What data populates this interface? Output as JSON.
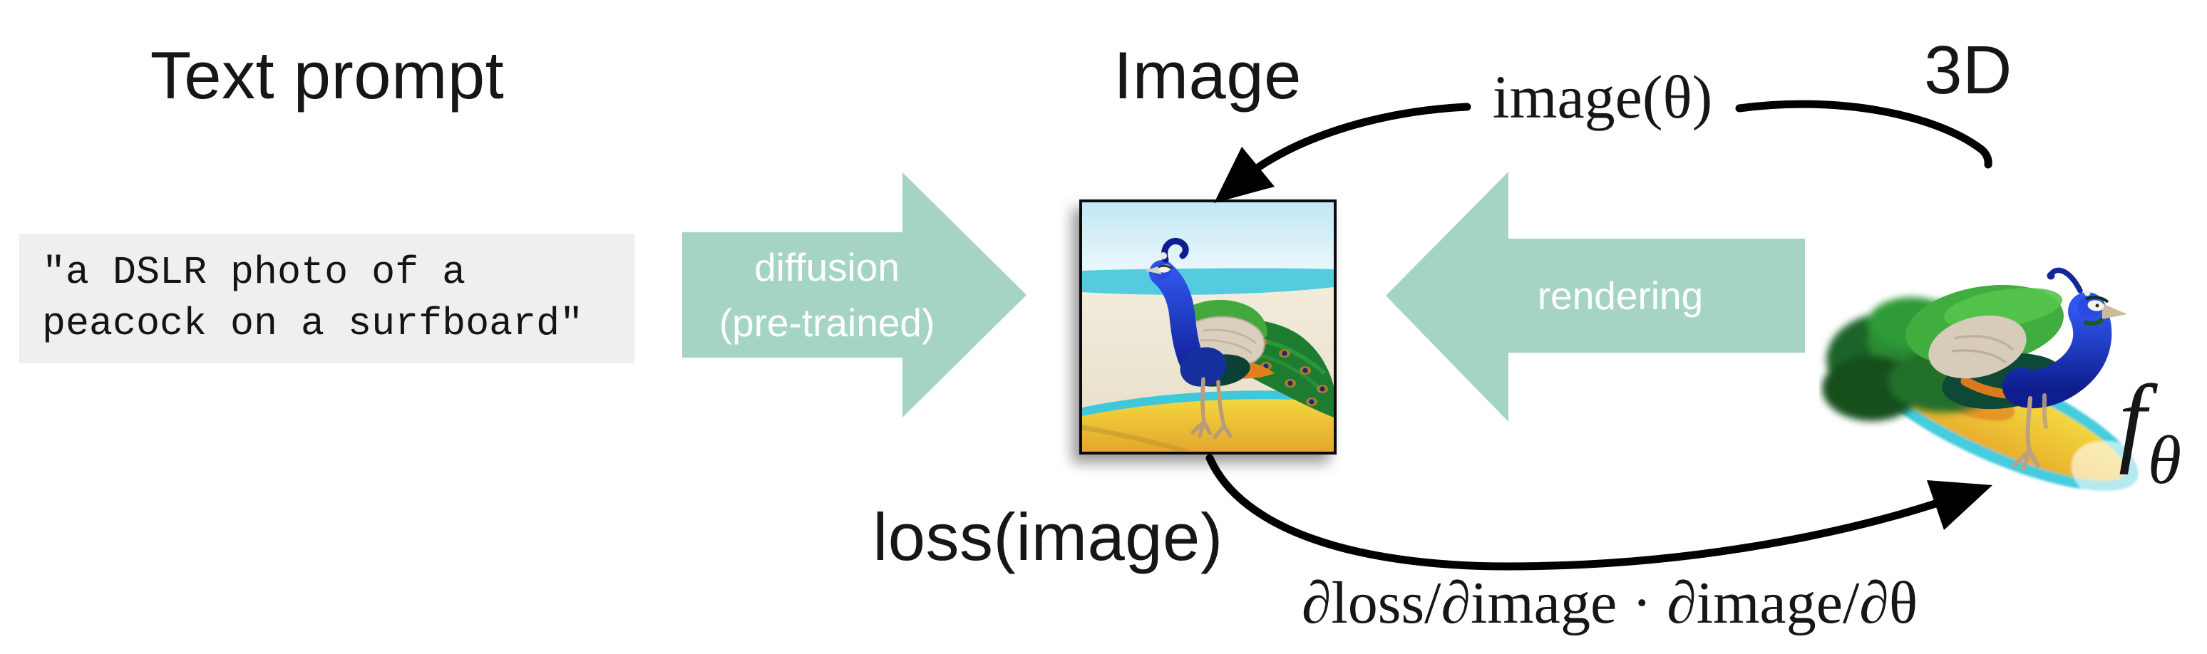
{
  "headers": {
    "text_prompt": "Text prompt",
    "image": "Image",
    "three_d": "3D"
  },
  "prompt_box": {
    "line1": "\"a DSLR photo of a",
    "line2": "peacock on a surfboard\"",
    "background": "#efefef",
    "text_color": "#141414"
  },
  "arrows": {
    "diffusion": {
      "line1": "diffusion",
      "line2": "(pre-trained)",
      "direction": "right",
      "color": "#a5d5c2",
      "text_color": "#ffffff"
    },
    "rendering": {
      "label": "rendering",
      "direction": "left",
      "color": "#a5d5c2",
      "text_color": "#ffffff"
    }
  },
  "flow": {
    "top_label": "image(θ)",
    "bottom_left_label": "loss(image)",
    "bottom_label": "∂loss/∂image · ∂image/∂θ",
    "arrow_color": "#000000"
  },
  "function_label": {
    "base": "f",
    "sub": "θ"
  },
  "images": {
    "generated_image": "peacock-on-surfboard-photo",
    "render_3d": "peacock-on-surfboard-3d-render"
  }
}
